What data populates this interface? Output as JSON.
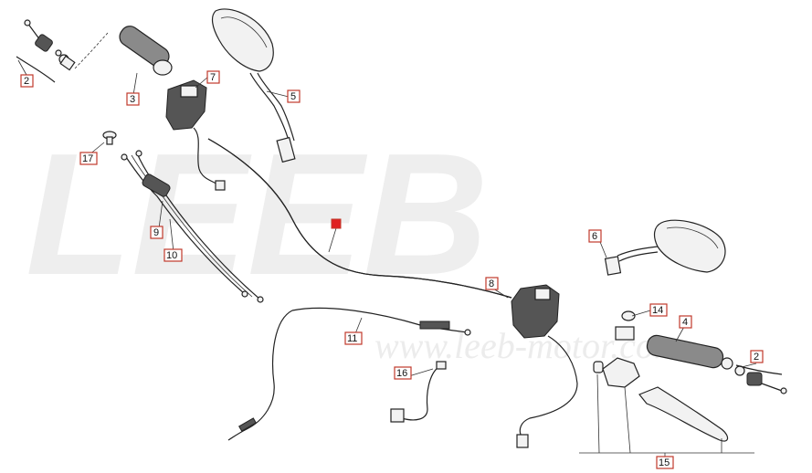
{
  "watermark": {
    "brand": "LEEB",
    "website": "www.leeb-motor.com"
  },
  "callouts": [
    {
      "id": "c2a",
      "label": "2"
    },
    {
      "id": "c3",
      "label": "3"
    },
    {
      "id": "c7",
      "label": "7"
    },
    {
      "id": "c5",
      "label": "5"
    },
    {
      "id": "c17",
      "label": "17"
    },
    {
      "id": "c9",
      "label": "9"
    },
    {
      "id": "c10",
      "label": "10"
    },
    {
      "id": "c1",
      "label": ""
    },
    {
      "id": "c6",
      "label": "6"
    },
    {
      "id": "c8",
      "label": "8"
    },
    {
      "id": "c11",
      "label": "11"
    },
    {
      "id": "c14",
      "label": "14"
    },
    {
      "id": "c4",
      "label": "4"
    },
    {
      "id": "c2b",
      "label": "2"
    },
    {
      "id": "c16",
      "label": "16"
    },
    {
      "id": "c15",
      "label": "15"
    }
  ],
  "colors": {
    "callout_border": "#c0392b",
    "callout_highlight": "#e02020",
    "watermark": "#eeeeee",
    "line": "#222222"
  }
}
